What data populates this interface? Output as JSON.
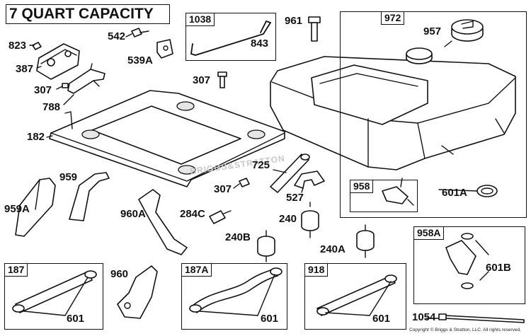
{
  "title": "7 QUART CAPACITY",
  "copyright": "Copyright © Briggs & Stratton, LLC. All rights reserved.",
  "watermark": "BRIGGS&STRATTON",
  "boxes": {
    "b1038": "1038",
    "b972": "972",
    "b958": "958",
    "b958A": "958A",
    "b187": "187",
    "b187A": "187A",
    "b918": "918"
  },
  "labels": {
    "l823": "823",
    "l387": "387",
    "l307a": "307",
    "l788": "788",
    "l542": "542",
    "l539A": "539A",
    "l843": "843",
    "l961": "961",
    "l957": "957",
    "l307b": "307",
    "l182": "182",
    "l725": "725",
    "l307c": "307",
    "l527": "527",
    "l959": "959",
    "l959A": "959A",
    "l960A": "960A",
    "l284C": "284C",
    "l240": "240",
    "l240B": "240B",
    "l240A": "240A",
    "l601A": "601A",
    "l601B": "601B",
    "l960": "960",
    "l601a": "601",
    "l601b": "601",
    "l601c": "601",
    "l1054": "1054"
  }
}
